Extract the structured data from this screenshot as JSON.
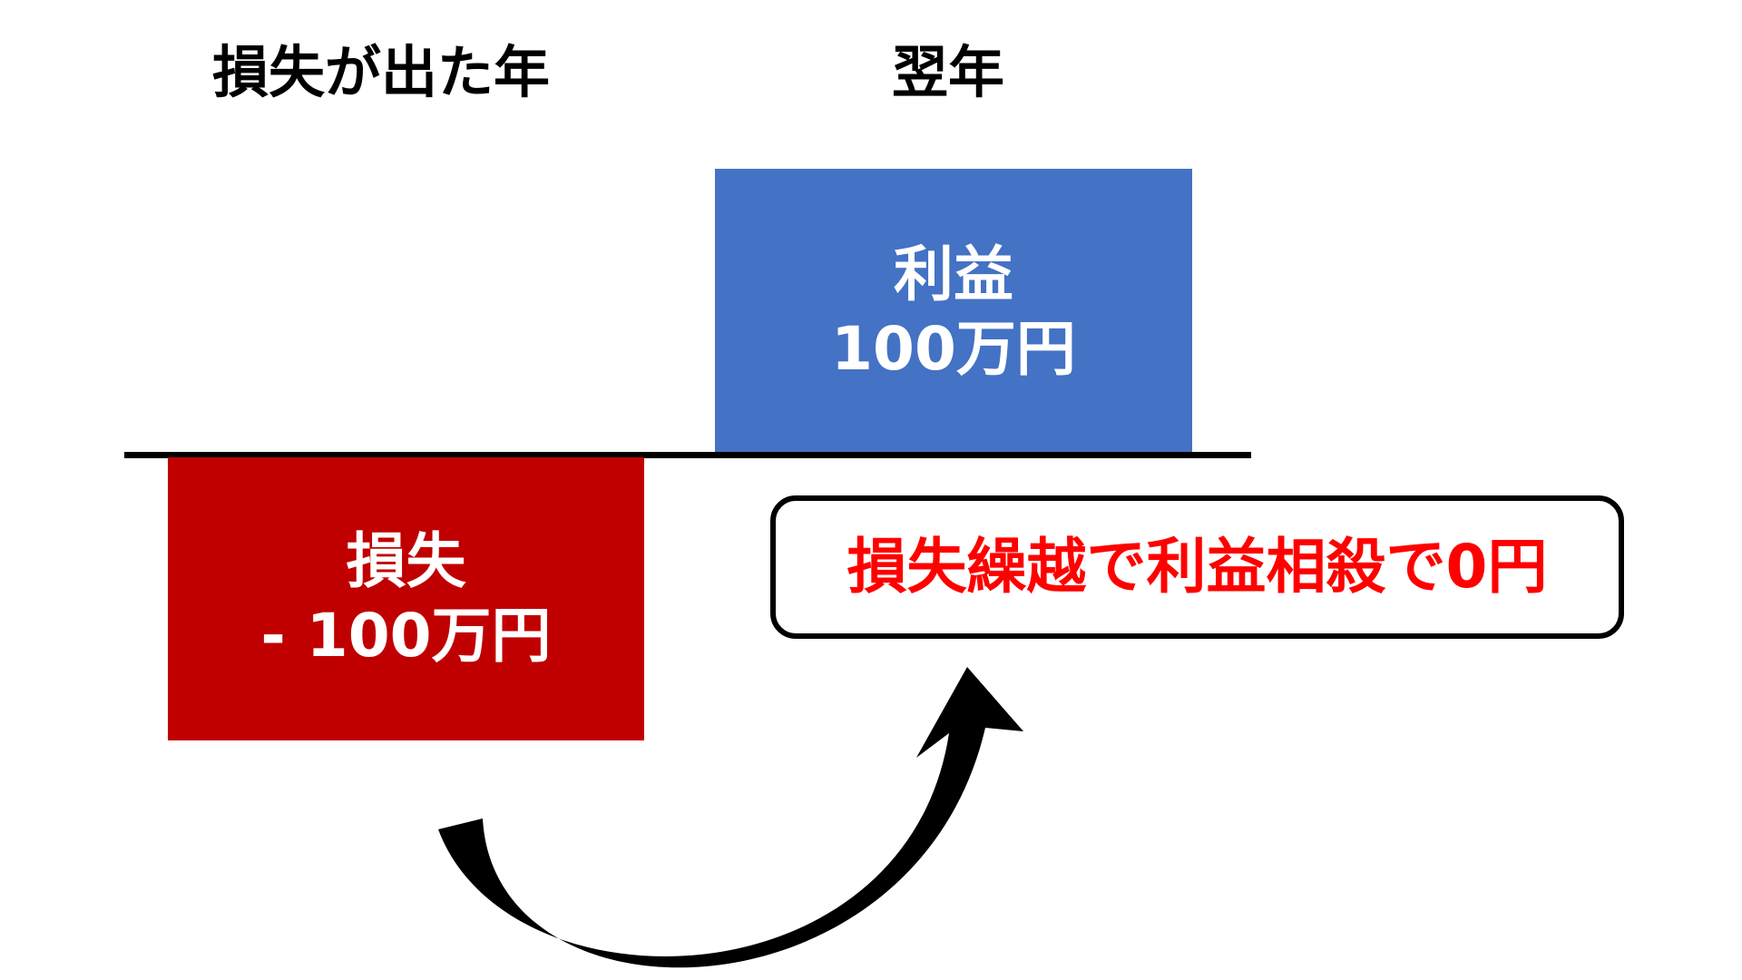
{
  "headings": {
    "loss_year": "損失が出た年",
    "next_year": "翌年"
  },
  "profit_block": {
    "label": "利益",
    "amount": "100万円",
    "color": "#4472c4"
  },
  "loss_block": {
    "label": "損失",
    "amount": "- 100万円",
    "color": "#c00000"
  },
  "callout": {
    "text": "損失繰越で利益相殺で0円",
    "text_color": "#ff0000"
  },
  "arrow": {
    "icon": "curved-arrow-icon",
    "color": "#000000"
  }
}
